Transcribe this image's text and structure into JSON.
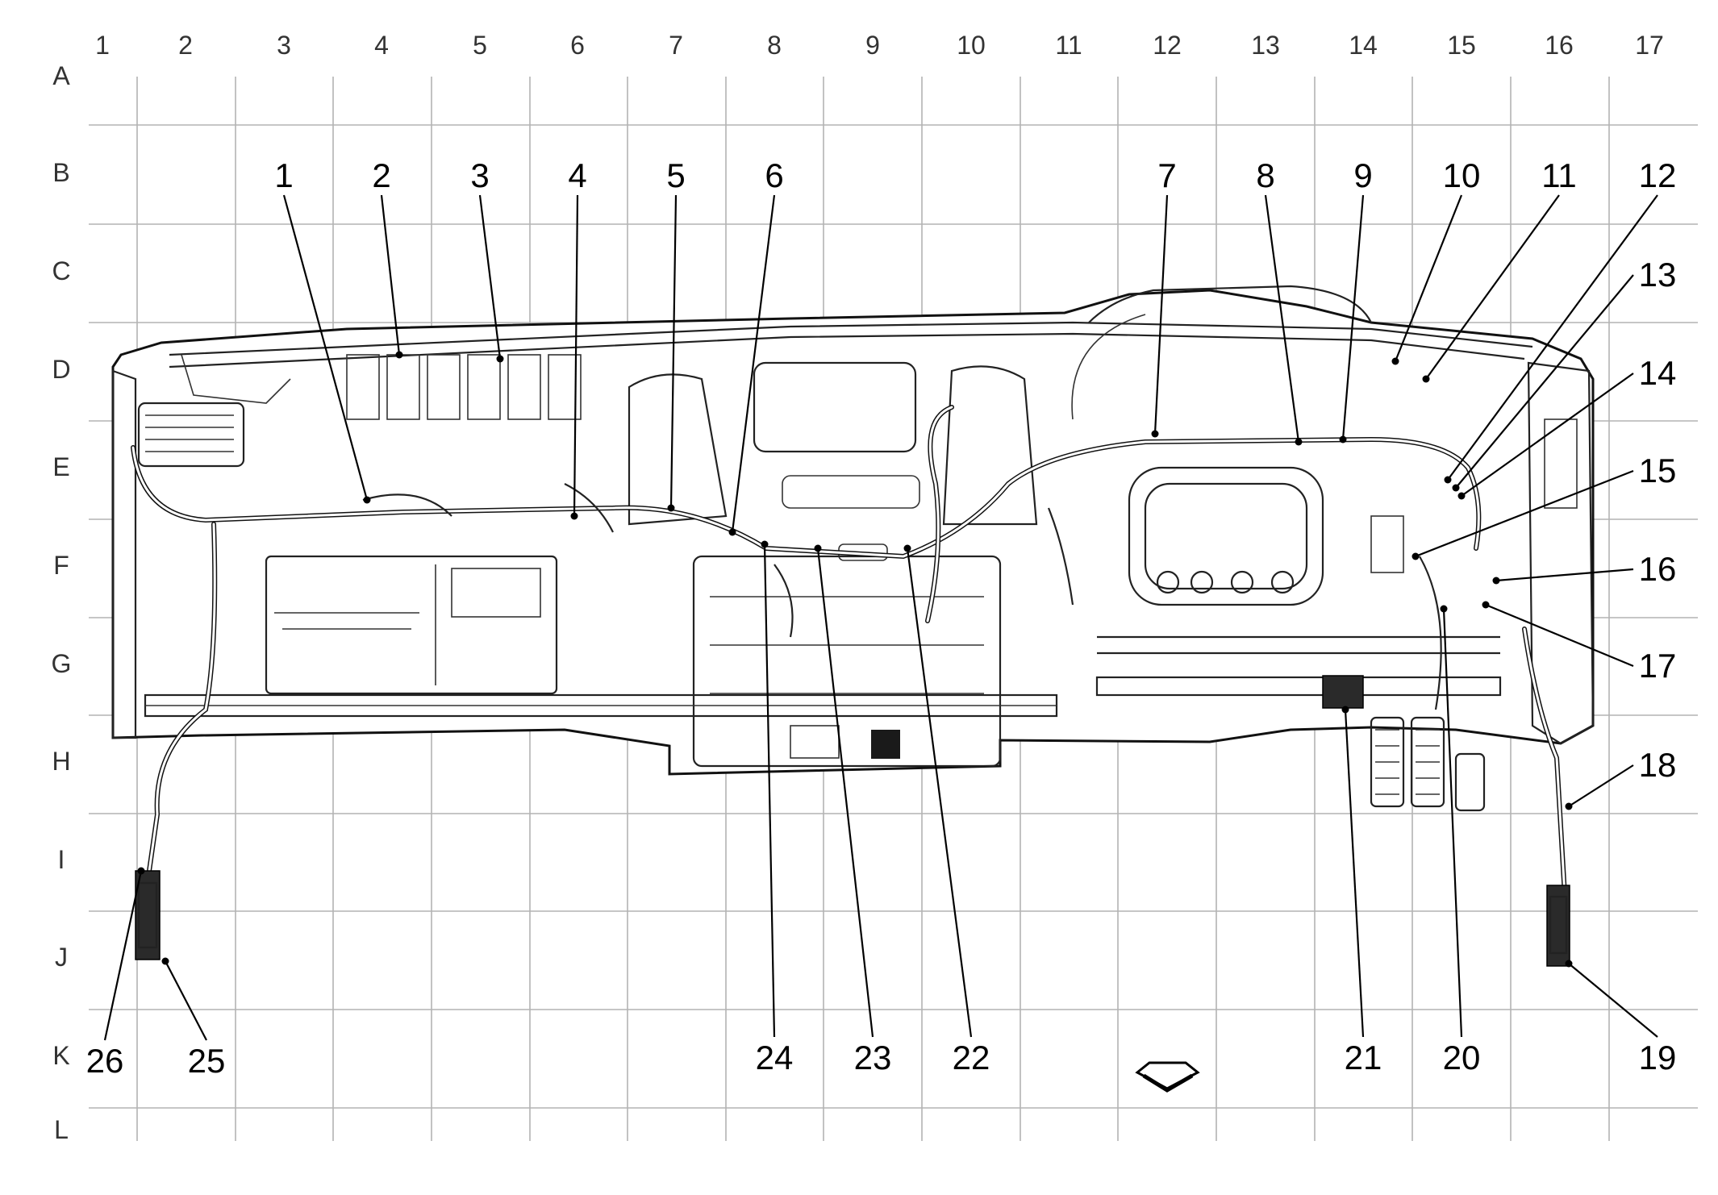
{
  "grid": {
    "columns": [
      "1",
      "2",
      "3",
      "4",
      "5",
      "6",
      "7",
      "8",
      "9",
      "10",
      "11",
      "12",
      "13",
      "14",
      "15",
      "16",
      "17"
    ],
    "rows": [
      "A",
      "B",
      "C",
      "D",
      "E",
      "F",
      "G",
      "H",
      "I",
      "J",
      "K",
      "L"
    ]
  },
  "callouts": [
    "1",
    "2",
    "3",
    "4",
    "5",
    "6",
    "7",
    "8",
    "9",
    "10",
    "11",
    "12",
    "13",
    "14",
    "15",
    "16",
    "17",
    "18",
    "19",
    "20",
    "21",
    "22",
    "23",
    "24",
    "25",
    "26"
  ],
  "icons": {
    "direction_arrow": "down-arrow-icon"
  }
}
